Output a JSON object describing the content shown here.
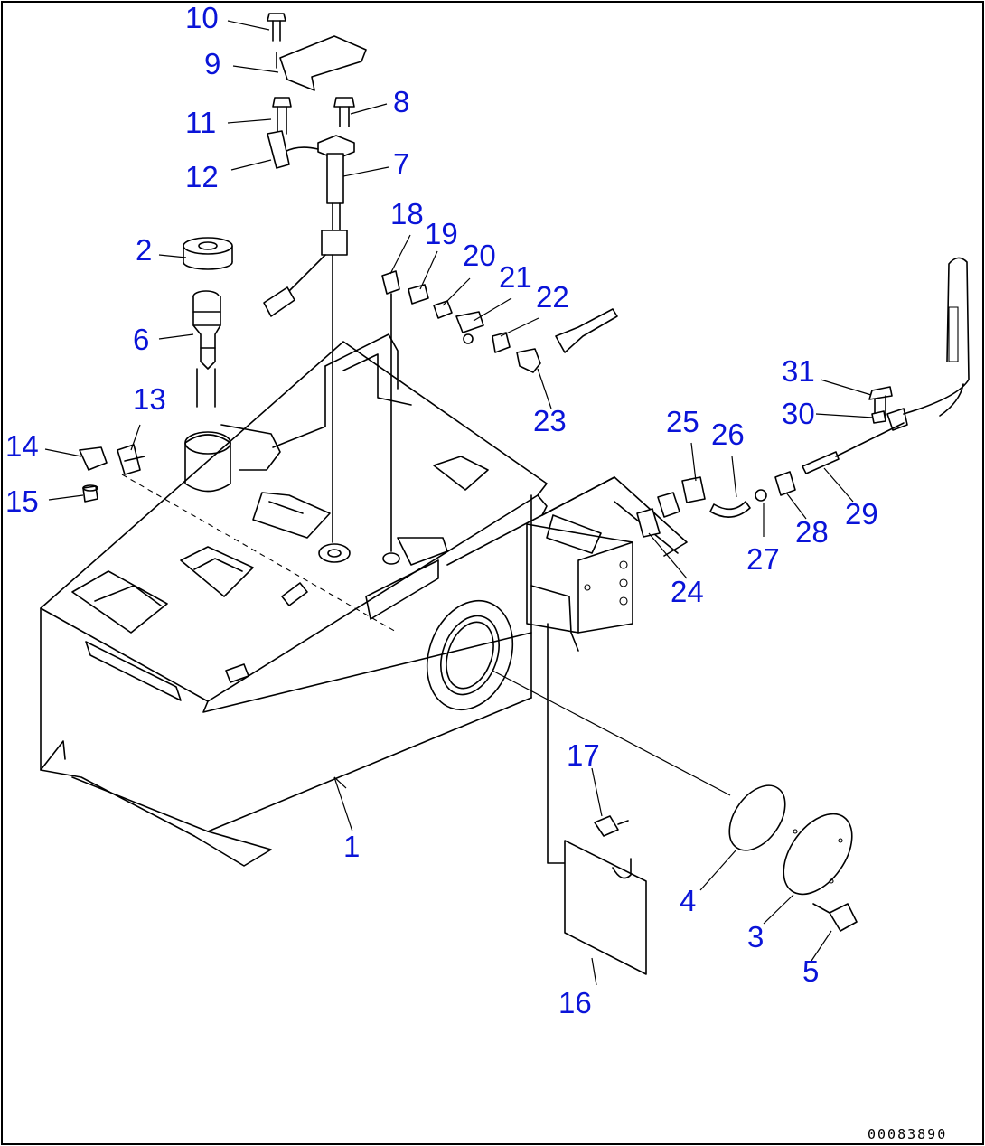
{
  "drawing_number": "00083890",
  "callouts": [
    "1",
    "2",
    "3",
    "4",
    "5",
    "6",
    "7",
    "8",
    "9",
    "10",
    "11",
    "12",
    "13",
    "14",
    "15",
    "16",
    "17",
    "18",
    "19",
    "20",
    "21",
    "22",
    "23",
    "24",
    "25",
    "26",
    "27",
    "28",
    "29",
    "30",
    "31"
  ],
  "colors": {
    "callout_text": "#0a14d8",
    "line_art": "#000000",
    "border": "#000000",
    "background": "#ffffff"
  }
}
